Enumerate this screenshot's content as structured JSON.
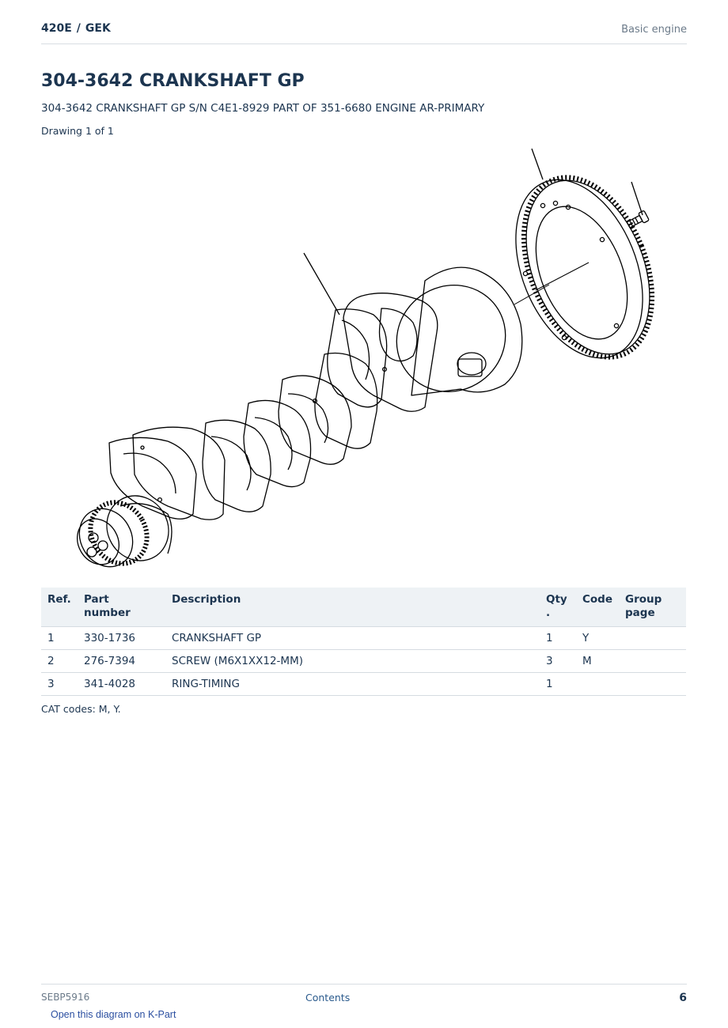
{
  "header": {
    "model": "420E",
    "separator": "/",
    "subsection": "GEK",
    "section": "Basic engine"
  },
  "page": {
    "title": "304-3642 CRANKSHAFT GP",
    "subtitle": "304-3642 CRANKSHAFT GP S/N C4E1-8929 PART OF 351-6680 ENGINE AR-PRIMARY",
    "drawing_label": "Drawing 1 of 1"
  },
  "drawing": {
    "icon": "crankshaft-exploded-diagram"
  },
  "table": {
    "headers": {
      "ref": "Ref.",
      "part_number": "Part number",
      "description": "Description",
      "qty": "Qty .",
      "code": "Code",
      "group_page": "Group page"
    },
    "rows": [
      {
        "ref": "1",
        "part_number": "330-1736",
        "description": "CRANKSHAFT GP",
        "qty": "1",
        "code": "Y",
        "group_page": ""
      },
      {
        "ref": "2",
        "part_number": "276-7394",
        "description": "SCREW (M6X1XX12-MM)",
        "qty": "3",
        "code": "M",
        "group_page": ""
      },
      {
        "ref": "3",
        "part_number": "341-4028",
        "description": "RING-TIMING",
        "qty": "1",
        "code": "",
        "group_page": ""
      }
    ]
  },
  "cat_codes": "CAT codes: M, Y.",
  "footer": {
    "doc_id": "SEBP5916",
    "contents": "Contents",
    "page_number": "6",
    "kpart_link": "Open this diagram on K-Part"
  }
}
